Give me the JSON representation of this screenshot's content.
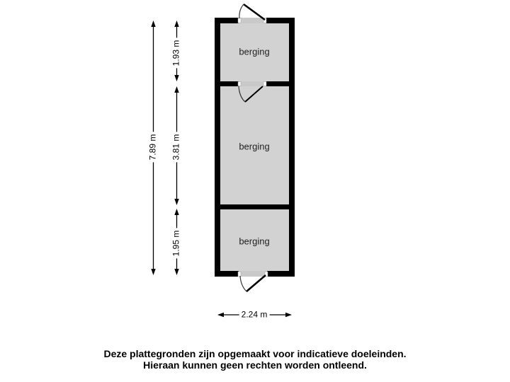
{
  "floorplan": {
    "rooms": [
      {
        "label": "berging",
        "height_label": "1.93 m"
      },
      {
        "label": "berging",
        "height_label": "3.81 m"
      },
      {
        "label": "berging",
        "height_label": "1.95 m"
      }
    ],
    "total_height_label": "7.89 m",
    "width_label": "2.24 m",
    "colors": {
      "wall": "#000000",
      "room_fill": "#d2d2d2",
      "door_sill": "#c9c9c9",
      "dimension_line": "#000000",
      "dimension_label_bg": "#ffffff",
      "background": "#ffffff"
    }
  },
  "disclaimer": {
    "line1": "Deze plattegronden zijn opgemaakt voor indicatieve doeleinden.",
    "line2": "Hieraan kunnen geen rechten worden ontleend."
  }
}
